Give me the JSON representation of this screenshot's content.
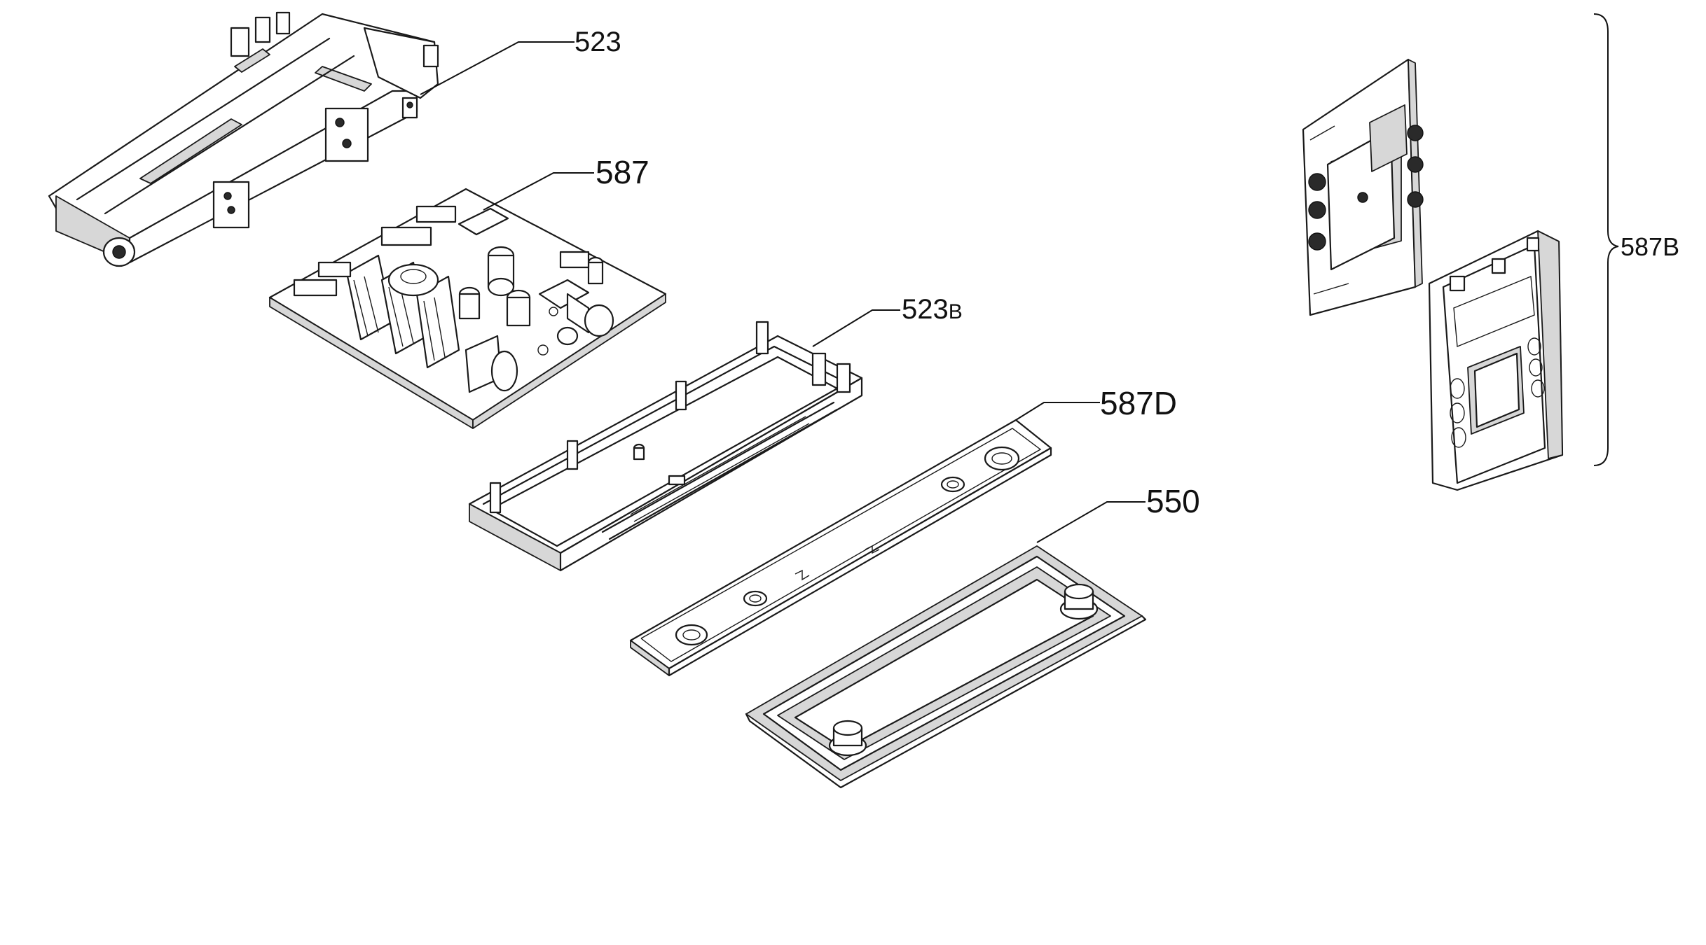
{
  "callouts": {
    "c523": "523",
    "c587": "587",
    "c523b_main": "523",
    "c523b_suffix": "B",
    "c587d": "587D",
    "c550": "550",
    "c587b": "587B"
  },
  "colors": {
    "line": "#1a1a1a",
    "shade": "#d7d7d7",
    "background": "#ffffff"
  }
}
